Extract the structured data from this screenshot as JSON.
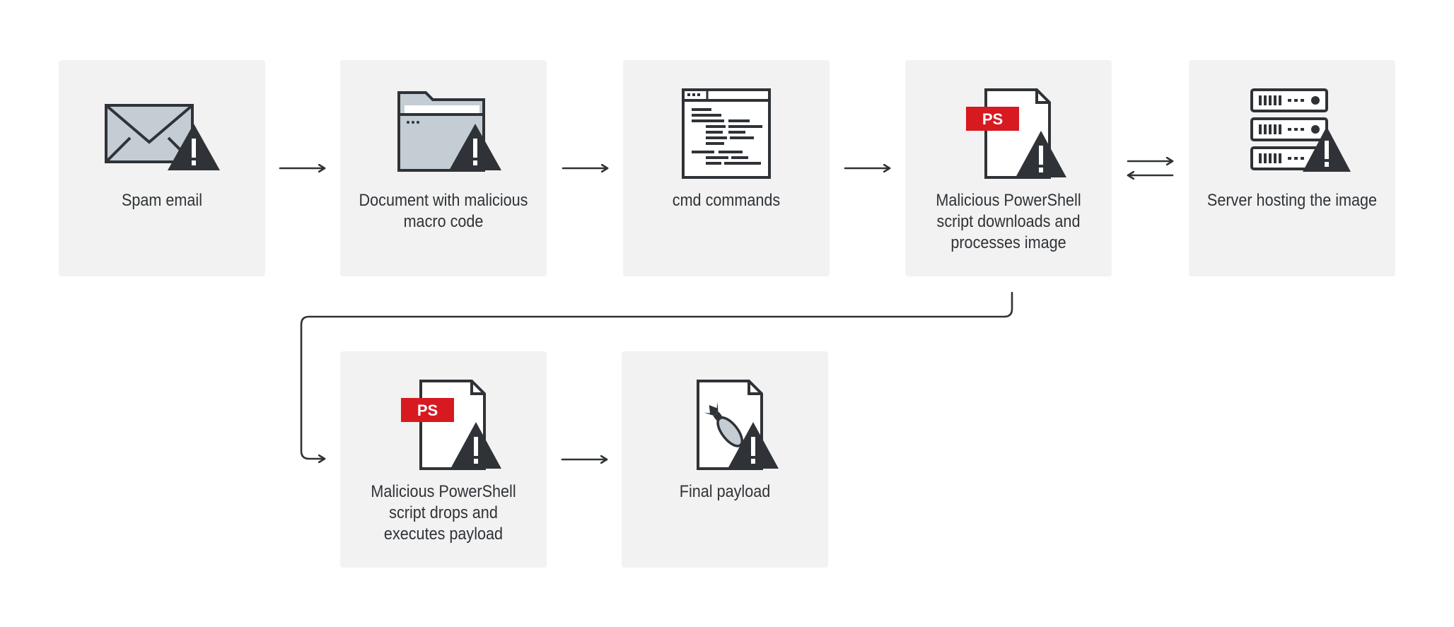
{
  "steps": {
    "spam_email": {
      "label": "Spam email",
      "icon": "envelope-warning-icon"
    },
    "document": {
      "label": "Document with malicious macro code",
      "icon": "folder-warning-icon"
    },
    "cmd": {
      "label": "cmd commands",
      "icon": "terminal-window-icon"
    },
    "ps_download": {
      "label": "Malicious PowerShell script downloads and processes image",
      "icon": "powershell-file-warning-icon",
      "badge": "PS"
    },
    "server": {
      "label": "Server hosting the image",
      "icon": "server-warning-icon"
    },
    "ps_drop": {
      "label": "Malicious PowerShell script drops and executes payload",
      "icon": "powershell-file-warning-icon",
      "badge": "PS"
    },
    "payload": {
      "label": "Final payload",
      "icon": "bomb-file-warning-icon"
    }
  },
  "colors": {
    "card_bg": "#f2f2f2",
    "icon_stroke": "#2f3337",
    "icon_fill": "#c3cdd3",
    "badge_red": "#d71920",
    "warning_dark": "#2f3337"
  }
}
